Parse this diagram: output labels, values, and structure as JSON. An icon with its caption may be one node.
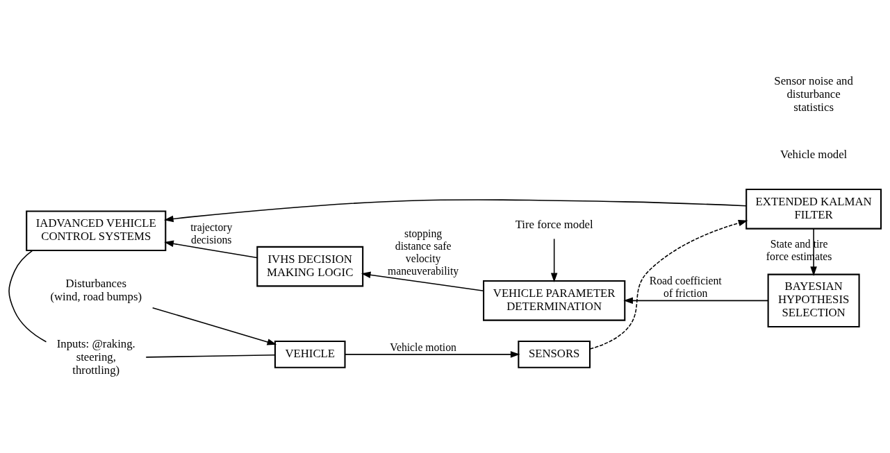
{
  "diagram": {
    "nodes": [
      {
        "text": [
          "Inputs: @raking. steering, throttling)"
        ]
      },
      {
        "text": [
          "Disturbances (wind, road bumps)"
        ]
      },
      {
        "text": [
          "VEHICLE"
        ]
      },
      {
        "text": [
          "SENSORS"
        ]
      },
      {
        "text": [
          "IADVANCED VEHICLE CONTROL SYSTEMS"
        ]
      },
      {
        "text": [
          "EXTENDED KALMAN FILTER"
        ]
      },
      {
        "text": [
          "BAYESIAN HYPOTHESIS SELECTION"
        ]
      },
      {
        "text": [
          "Tire force model"
        ]
      },
      {
        "text": [
          "VEHICLE PARAMETER DETERMINATION"
        ]
      },
      {
        "text": [
          "IVHS DECISION MAKING LOGIC"
        ]
      }
    ],
    "edges": [
      {
        "from": 0,
        "to": 2,
        "arrow": "none"
      },
      {
        "from": 1,
        "to": 2,
        "arrow": "to"
      },
      {
        "from": 2,
        "to": 3,
        "label": "Vehicle motion",
        "arrow": "to"
      },
      {
        "from": 4,
        "to": 0,
        "arrow": "none"
      },
      {
        "from": 3,
        "to": 5,
        "arrow": "to",
        "style": "dashed"
      },
      {
        "from": 5,
        "to": 6,
        "label": "State and tire force estimates",
        "arrow": "to"
      },
      {
        "from": 5,
        "to": 4,
        "arrow": "to"
      },
      {
        "from": 6,
        "to": 8,
        "label": "Road coefficient of friction",
        "arrow": "to"
      },
      {
        "from": 7,
        "to": 8,
        "arrow": "to"
      },
      {
        "from": 8,
        "to": 9,
        "label": "stopping distance safe velocity maneuverability",
        "arrow": "to"
      },
      {
        "from": 9,
        "to": 4,
        "label": "trajectory decisions",
        "arrow": "to"
      }
    ],
    "labels": [
      "Vehicle model",
      "Sensor noise and disturbance statistics"
    ]
  }
}
